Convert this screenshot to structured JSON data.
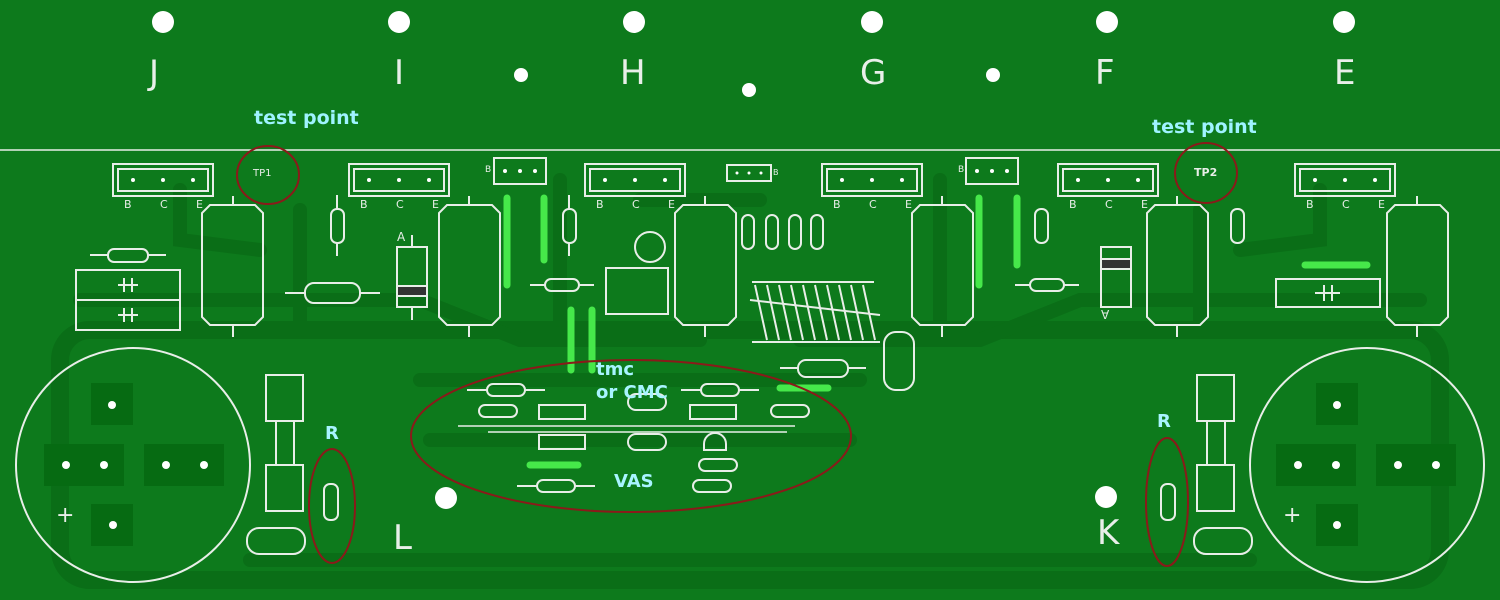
{
  "board": {
    "colors": {
      "background": "#0d7a1c",
      "trace": "#0a6e17",
      "silk": "#e8eee8",
      "jumper": "#46e84a",
      "annotation": "#8a1a1a",
      "label": "#9ff3ff"
    }
  },
  "top_labels": [
    "J",
    "I",
    "H",
    "G",
    "F",
    "E"
  ],
  "corner_labels": {
    "left": "L",
    "right": "K"
  },
  "test_points": {
    "label": "test point",
    "tp1": "TP1",
    "tp2": "TP2"
  },
  "resistor_marks": {
    "left": "R",
    "right": "R"
  },
  "vas_block": {
    "line1": "tmc",
    "line2": "or CMC",
    "label": "VAS"
  },
  "transistor_pins": [
    "B",
    "C",
    "E"
  ],
  "misc": {
    "diode_mark": "A",
    "cap_plus": "+",
    "pin_b": "B",
    "pin_j": "J"
  }
}
